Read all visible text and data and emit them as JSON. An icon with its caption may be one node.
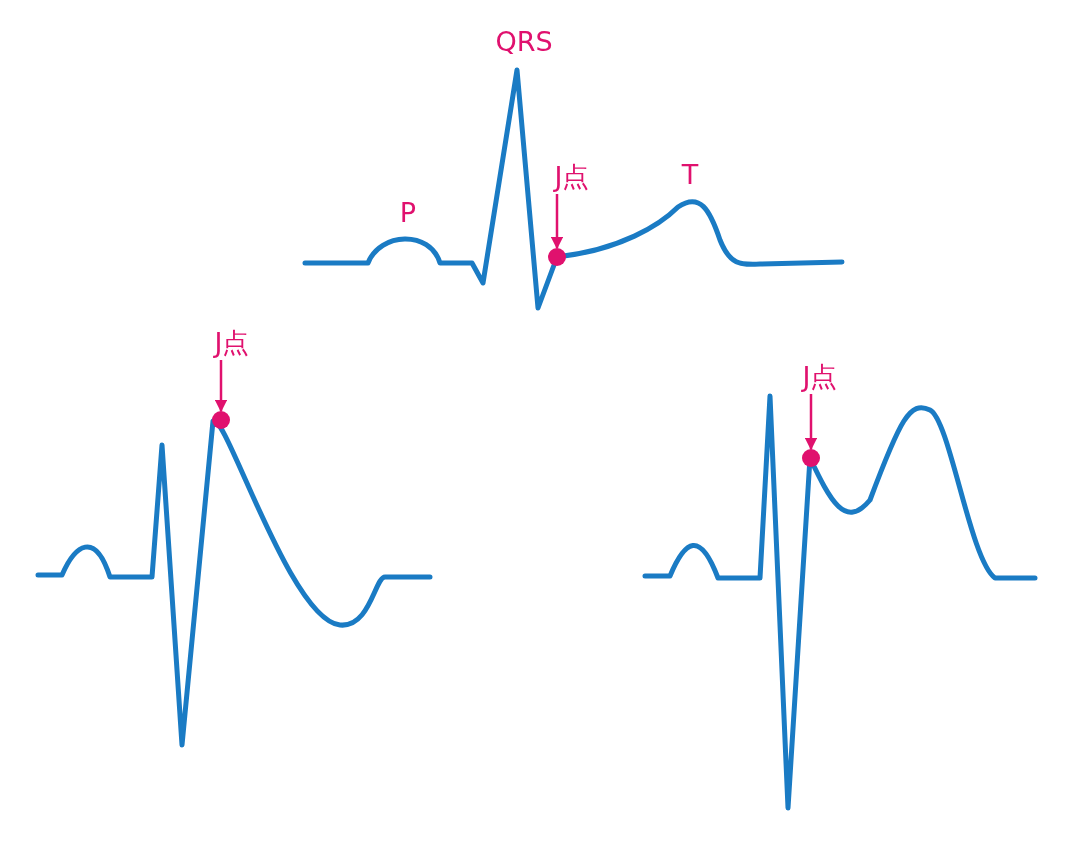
{
  "diagram": {
    "nodes": [
      {
        "text": [
          "J点"
        ]
      },
      {
        "text": [],
        "shape": "circle"
      },
      {
        "text": [
          "J点"
        ]
      },
      {
        "text": [],
        "shape": "circle"
      },
      {
        "text": [
          "J点"
        ]
      },
      {
        "text": [],
        "shape": "circle"
      }
    ],
    "edges": [
      {
        "from": 0,
        "to": 1,
        "arrow": "to"
      },
      {
        "from": 2,
        "to": 3,
        "arrow": "to"
      },
      {
        "from": 4,
        "to": 5,
        "arrow": "to"
      }
    ],
    "labels": [
      "QRS",
      "P",
      "T"
    ]
  }
}
